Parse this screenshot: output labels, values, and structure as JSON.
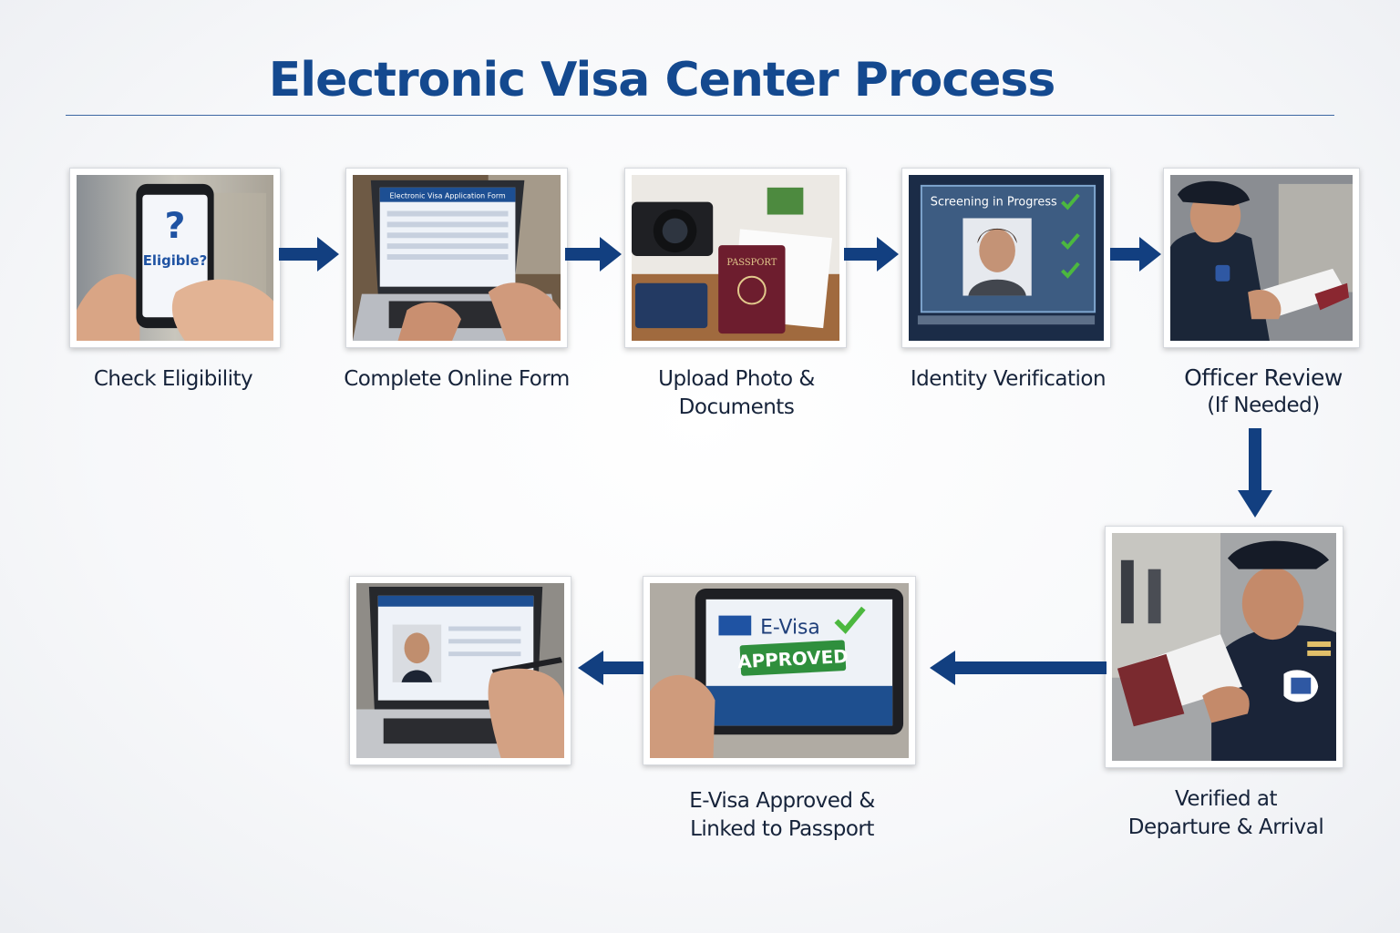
{
  "title": "Electronic Visa Center Process",
  "colors": {
    "accent": "#14498f",
    "arrow": "#123f80",
    "check": "#4cb83f",
    "label": "#16233a"
  },
  "steps": [
    {
      "label": "Check Eligibility",
      "icon": "phone-eligibility-icon",
      "screen_text": "Eligible?"
    },
    {
      "label": "Complete Online Form",
      "icon": "laptop-form-icon",
      "screen_text": "Electronic Visa Application Form"
    },
    {
      "label": "Upload Photo & Documents",
      "icon": "camera-passport-icon",
      "screen_text": "PASSPORT"
    },
    {
      "label": "Identity Verification",
      "icon": "face-screening-icon",
      "screen_text": "Screening in Progress"
    },
    {
      "label": "Officer Review",
      "sublabel": "(If Needed)",
      "icon": "officer-review-icon"
    },
    {
      "label": "Verified at",
      "sublabel": "Departure & Arrival",
      "icon": "border-officer-icon"
    },
    {
      "label": "E-Visa Approved &",
      "sublabel": "Linked to Passport",
      "icon": "tablet-approved-icon",
      "screen_text": "E-Visa",
      "stamp_text": "APPROVED"
    },
    {
      "label": "",
      "icon": "laptop-signing-icon"
    }
  ]
}
